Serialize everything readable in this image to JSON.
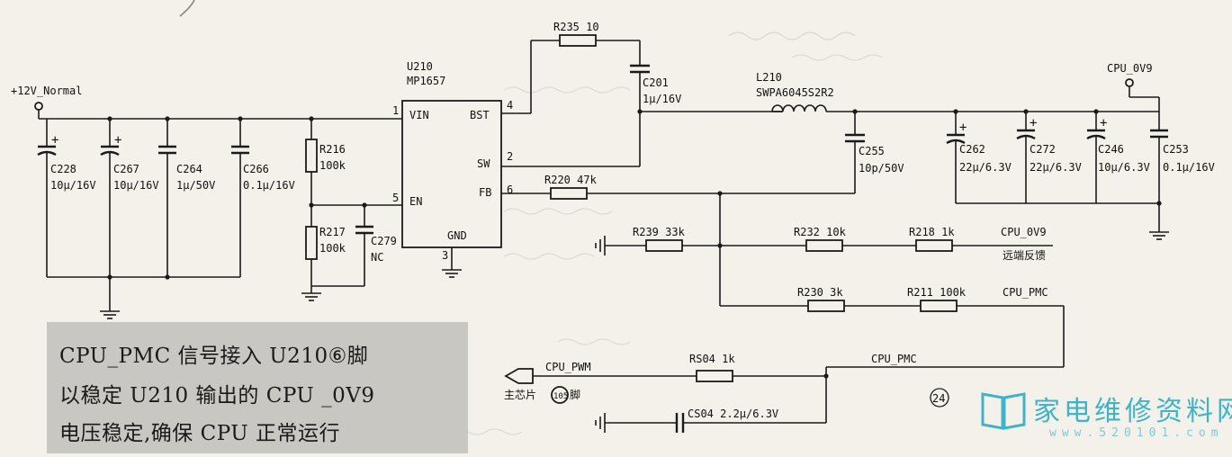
{
  "rails": {
    "input": "+12V_Normal",
    "output": "CPU_0V9"
  },
  "ic": {
    "ref": "U210",
    "part": "MP1657",
    "pins": {
      "vin": "VIN",
      "bst": "BST",
      "sw": "SW",
      "en": "EN",
      "fb": "FB",
      "gnd": "GND"
    },
    "pin_numbers": {
      "vin": "1",
      "bst": "4",
      "sw": "2",
      "en": "5",
      "fb": "6",
      "gnd": "3"
    }
  },
  "components": {
    "R235": "R235 10",
    "C201": "C201",
    "C201_val": "1μ/16V",
    "L210": "L210",
    "L210_val": "SWPA6045S2R2",
    "C255": "C255",
    "C255_val": "10p/50V",
    "C228": "C228",
    "C228_val": "10μ/16V",
    "C267": "C267",
    "C267_val": "10μ/16V",
    "C264": "C264",
    "C264_val": "1μ/50V",
    "C266": "C266",
    "C266_val": "0.1μ/16V",
    "R216": "R216",
    "R216_val": "100k",
    "R217": "R217",
    "R217_val": "100k",
    "C279": "C279",
    "C279_val": "NC",
    "C262": "C262",
    "C262_val": "22μ/6.3V",
    "C272": "C272",
    "C272_val": "22μ/6.3V",
    "C246": "C246",
    "C246_val": "10μ/6.3V",
    "C253": "C253",
    "C253_val": "0.1μ/16V",
    "R220": "R220 47k",
    "R239": "R239 33k",
    "R232": "R232 10k",
    "R218": "R218 1k",
    "R230": "R230 3k",
    "R211": "R211 100k",
    "RS04": "RS04 1k",
    "CS04": "CS04 2.2μ/6.3V"
  },
  "nets": {
    "cpu_0v9": "CPU_0V9",
    "remote_feedback": "远端反馈",
    "cpu_pmc_1": "CPU_PMC",
    "cpu_pmc_2": "CPU_PMC",
    "cpu_pwm": "CPU_PWM",
    "main_chip": "主芯片",
    "main_chip_pin": "105",
    "main_chip_suffix": "脚"
  },
  "note": {
    "line1": "CPU_PMC 信号接入 U210⑥脚",
    "line2": "以稳定 U210 输出的 CPU _0V9",
    "line3": "电压稳定,确保 CPU 正常运行"
  },
  "page_number": "24",
  "watermark": {
    "text": "家电维修资料网",
    "url": "www.520101.com"
  }
}
